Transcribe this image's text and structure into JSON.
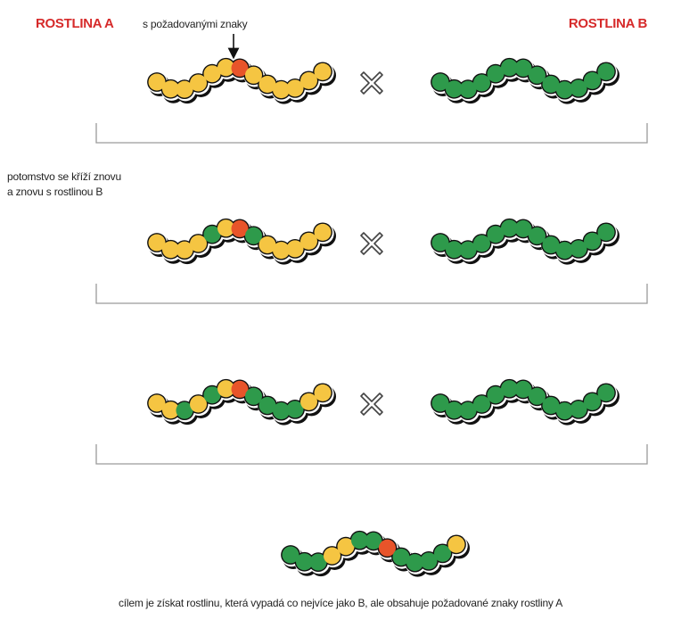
{
  "labels": {
    "plant_a": "ROSTLINA A",
    "plant_b": "ROSTLINA B",
    "marker_note": "s požadovanými znaky",
    "backcross_line1": "potomstvo se kříží znovu",
    "backcross_line2": "a znovu s rostlinou B",
    "goal": "cílem je získat rostlinu, která vypadá co nejvíce jako B, ale  obsahuje požadované znaky rostliny A"
  },
  "colors": {
    "title_red": "#d62a2a",
    "yellow": "#f5c542",
    "green": "#2e9a4b",
    "red": "#e8542a",
    "outline": "#111111",
    "bracket": "#9a9a9a",
    "cross": "#444444"
  },
  "icons": {
    "cross": "cross-x-icon",
    "arrow": "arrow-down-icon"
  },
  "generations": [
    {
      "plant_a_beads": [
        "y",
        "y",
        "y",
        "y",
        "y",
        "y",
        "r",
        "y",
        "y",
        "y",
        "y",
        "y",
        "y"
      ],
      "plant_b_beads": [
        "g",
        "g",
        "g",
        "g",
        "g",
        "g",
        "g",
        "g",
        "g",
        "g",
        "g",
        "g",
        "g"
      ]
    },
    {
      "plant_a_beads": [
        "y",
        "y",
        "y",
        "y",
        "g",
        "y",
        "r",
        "g",
        "y",
        "y",
        "y",
        "y",
        "y"
      ],
      "plant_b_beads": [
        "g",
        "g",
        "g",
        "g",
        "g",
        "g",
        "g",
        "g",
        "g",
        "g",
        "g",
        "g",
        "g"
      ]
    },
    {
      "plant_a_beads": [
        "y",
        "y",
        "g",
        "y",
        "g",
        "y",
        "r",
        "g",
        "g",
        "g",
        "g",
        "y",
        "y"
      ],
      "plant_b_beads": [
        "g",
        "g",
        "g",
        "g",
        "g",
        "g",
        "g",
        "g",
        "g",
        "g",
        "g",
        "g",
        "g"
      ]
    }
  ],
  "result_beads": [
    "g",
    "g",
    "g",
    "y",
    "y",
    "g",
    "g",
    "r",
    "g",
    "g",
    "g",
    "g",
    "y"
  ]
}
